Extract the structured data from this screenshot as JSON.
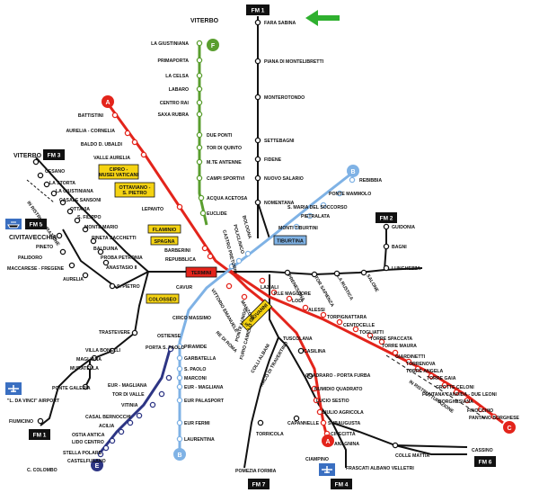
{
  "labels": {
    "viterbo_top": "VITERBO",
    "viterbo_left": "VITERBO",
    "civitavecchia": "CIVITAVECCHIA",
    "in_ristrutt_left": "IN RISTRUTTURAZIONE",
    "in_ristrutt_right": "IN RISTRUTTURAZIONE",
    "airport": "\"L. DA VINCI\" AIRPORT",
    "ciampino": "CIAMPINO"
  },
  "lines": {
    "A": {
      "letter": "A",
      "color": "#e3241b"
    },
    "B": {
      "letter": "B",
      "color": "#7fb2e5"
    },
    "C": {
      "letter": "C",
      "color": "#e3241b"
    },
    "E": {
      "letter": "E",
      "color": "#2d3584"
    },
    "F": {
      "letter": "F",
      "color": "#5a9e2f"
    }
  },
  "fm": {
    "fm1_top": "FM 1",
    "fm1_bottom": "FM 1",
    "fm2": "FM 2",
    "fm3": "FM 3",
    "fm4": "FM 4",
    "fm5": "FM 5",
    "fm6": "FM 6",
    "fm7": "FM 7"
  },
  "badges": {
    "cipro": "CIPRO - MUSEI VATICANI",
    "ottaviano": "OTTAVIANO - S. PIETRO",
    "flaminio": "FLAMINIO",
    "spagna": "SPAGNA",
    "termini": "TERMINI",
    "tiburtina": "TIBURTINA",
    "colosseo": "COLOSSEO",
    "sgiovanni": "S. GIOVANNI"
  },
  "stations": {
    "fm1_north": [
      "FARA SABINA",
      "PIANA DI MONTELIBRETTI",
      "MONTEROTONDO",
      "SETTEBAGNI",
      "FIDENE",
      "NUOVO SALARIO",
      "NOMENTANA"
    ],
    "f_line": [
      "LA GIUSTINIANA",
      "PRIMAPORTA",
      "LA CELSA",
      "LABARO",
      "CENTRO RAI",
      "SAXA RUBRA",
      "DUE PONTI",
      "TOR DI QUINTO",
      "M.TE ANTENNE",
      "CAMPI SPORTIVI",
      "ACQUA ACETOSA",
      "EUCLIDE"
    ],
    "a_north": [
      "BATTISTINI",
      "AURELIA - CORNELIA",
      "BALDO D. UBALDI",
      "VALLE AURELIA",
      "LEPANTO",
      "BARBERINI",
      "REPUBBLICA"
    ],
    "fm3": [
      "CESANO",
      "LA STORTA",
      "LA GIUSTINIANA",
      "CASALE SANSONI",
      "OTTAVIA",
      "S. FILIPPO",
      "MONTE MARIO",
      "PINETA SACCHETTI",
      "BALDUINA",
      "PROBA PETRONIA",
      "ANASTASIO II",
      "S. PIETRO"
    ],
    "fm5": [
      "PINETO",
      "PALIDORO",
      "MACCARESE - FREGENE",
      "AURELIA"
    ],
    "b_north": [
      "REBIBBIA",
      "PONTE MAMMOLO",
      "S. MARIA DEL SOCCORSO",
      "PIETRALATA",
      "MONTI TIBURTINI",
      "BOLOGNA",
      "POLICLINICO",
      "CASTRO PRETORIO"
    ],
    "fm2": [
      "GUIDONIA",
      "BAGNI",
      "LUNGHEZZA",
      "SALONE",
      "LA RUSTICA",
      "TOR SAPIENZA",
      "PRENESTINA"
    ],
    "center": [
      "CAVUR",
      "CIRCO MASSIMO",
      "VITTORIO EMANUELE",
      "MANZONI",
      "LAZIALI",
      "P.LE MAGGIORE",
      "LODI",
      "ALESSI",
      "TORPIGNATTARA",
      "CENTOCELLE",
      "TOGLIATTI"
    ],
    "c_line": [
      "TORRE SPACCATA",
      "TORRE MAURA",
      "GIARDINETTI",
      "TORRENOVA",
      "TORRE ANGELA",
      "TORRE GAIA",
      "GROTTE CELONI",
      "FONTANA CANDIDA - DUE LEONI",
      "BORGHESIANA",
      "FINOCCHIO",
      "PANTANO BORGHESE"
    ],
    "west": [
      "TRASTEVERE",
      "VILLA BONELLI",
      "MAGLIANA",
      "MURATELLA",
      "PONTE GALERIA",
      "FIUMICINO"
    ],
    "b_south": [
      "PIRAMIDE",
      "GARBATELLA",
      "S. PAOLO",
      "MARCONI",
      "EUR - MAGLIANA",
      "EUR PALASPORT",
      "EUR FERMI",
      "LAURENTINA"
    ],
    "e_line": [
      "PORTA S. PAOLO",
      "EUR - MAGLIANA",
      "TOR DI VALLE",
      "VITINIA",
      "CASAL BERNOCCHI",
      "ACILIA",
      "OSTIA ANTICA",
      "LIDO CENTRO",
      "STELLA POLARE",
      "CASTELFUSANO",
      "C. COLOMBO",
      "OSTIENSE"
    ],
    "south": [
      "RE DI ROMA",
      "PONTE LUNGO",
      "FURIO CAMILLO",
      "COLLI ALBANI",
      "ARCO DI TRAVERTINO",
      "TUSCOLANA",
      "CASILINA",
      "QUADRARO - PORTA FURBA",
      "NUMIDIO QUADRATO",
      "LUCIO SESTIO",
      "GIULIO AGRICOLA",
      "SUBAUGUSTA",
      "CINECITTÀ",
      "ANAGNINA"
    ],
    "fm4": [
      "CAPANNELLE",
      "FRASCATI ALBANO VELLETRI",
      "COLLE MATTIA",
      "CASSINO",
      "TORRICOLA",
      "POMEZIA FORMIA"
    ]
  }
}
